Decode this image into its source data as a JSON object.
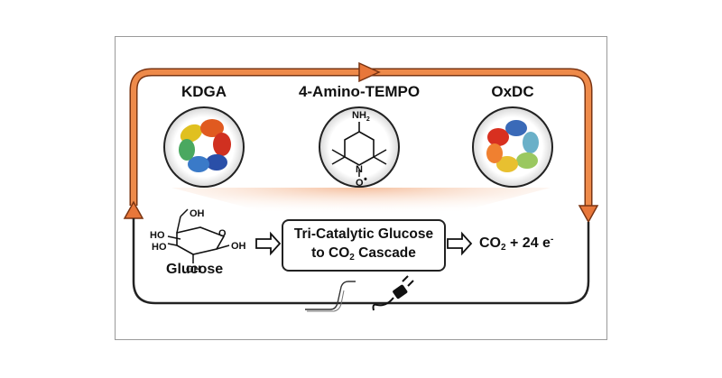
{
  "enzymes": {
    "left": "KDGA",
    "middle": "4-Amino-TEMPO",
    "right": "OxDC"
  },
  "tempo_labels": {
    "amine": "NH",
    "amine_sub": "2",
    "nitrogen": "N",
    "oxygen": "O",
    "radical": "•"
  },
  "glucose": {
    "name": "Glucose",
    "oh_top": "OH",
    "oh_left1": "HO",
    "oh_left2": "HO",
    "oh_bottom": "OH",
    "oh_right": "OH",
    "ring_o": "O"
  },
  "cascade": {
    "line1": "Tri-Catalytic Glucose",
    "line2_prefix": "to CO",
    "line2_sub": "2",
    "line2_suffix": " Cascade"
  },
  "product": {
    "prefix": "CO",
    "sub": "2",
    "middle": " + 24 e",
    "sup": "-"
  },
  "colors": {
    "arrow_orange": "#e8773a",
    "arrow_dark": "#8a3a12",
    "glow": "#f6c0a0",
    "border": "#1a1a1a"
  },
  "icons": [
    "cyclic-voltammogram-icon",
    "electric-plug-icon"
  ]
}
